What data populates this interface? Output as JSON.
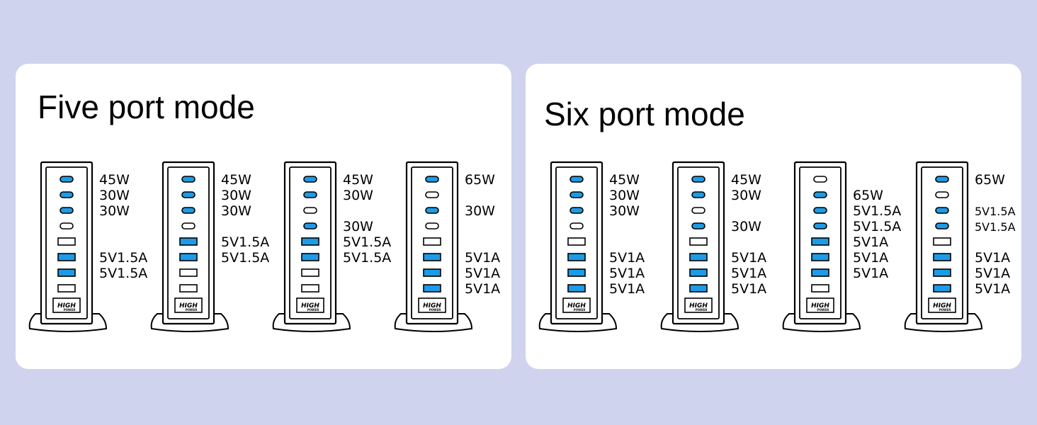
{
  "colors": {
    "background": "#cfd3ee",
    "panel": "#ffffff",
    "active_port": "#1e9be6",
    "inactive_port": "#ffffff",
    "outline": "#000000"
  },
  "panels": [
    {
      "title": "Five port mode",
      "chargers": [
        {
          "ports": [
            {
              "type": "usb-c",
              "active": true
            },
            {
              "type": "usb-c",
              "active": true
            },
            {
              "type": "usb-c",
              "active": true
            },
            {
              "type": "usb-c",
              "active": false
            },
            {
              "type": "usb-a",
              "active": false
            },
            {
              "type": "usb-a",
              "active": true
            },
            {
              "type": "usb-a",
              "active": true
            },
            {
              "type": "usb-a",
              "active": false
            }
          ],
          "labels": [
            {
              "slot": 0,
              "text": "45W"
            },
            {
              "slot": 1,
              "text": "30W"
            },
            {
              "slot": 2,
              "text": "30W"
            },
            {
              "slot": 5,
              "text": "5V1.5A"
            },
            {
              "slot": 6,
              "text": "5V1.5A"
            }
          ]
        },
        {
          "ports": [
            {
              "type": "usb-c",
              "active": true
            },
            {
              "type": "usb-c",
              "active": true
            },
            {
              "type": "usb-c",
              "active": true
            },
            {
              "type": "usb-c",
              "active": false
            },
            {
              "type": "usb-a",
              "active": true
            },
            {
              "type": "usb-a",
              "active": true
            },
            {
              "type": "usb-a",
              "active": false
            },
            {
              "type": "usb-a",
              "active": false
            }
          ],
          "labels": [
            {
              "slot": 0,
              "text": "45W"
            },
            {
              "slot": 1,
              "text": "30W"
            },
            {
              "slot": 2,
              "text": "30W"
            },
            {
              "slot": 4,
              "text": "5V1.5A"
            },
            {
              "slot": 5,
              "text": "5V1.5A"
            }
          ]
        },
        {
          "ports": [
            {
              "type": "usb-c",
              "active": true
            },
            {
              "type": "usb-c",
              "active": true
            },
            {
              "type": "usb-c",
              "active": false
            },
            {
              "type": "usb-c",
              "active": true
            },
            {
              "type": "usb-a",
              "active": true
            },
            {
              "type": "usb-a",
              "active": true
            },
            {
              "type": "usb-a",
              "active": false
            },
            {
              "type": "usb-a",
              "active": false
            }
          ],
          "labels": [
            {
              "slot": 0,
              "text": "45W"
            },
            {
              "slot": 1,
              "text": "30W"
            },
            {
              "slot": 3,
              "text": "30W"
            },
            {
              "slot": 4,
              "text": "5V1.5A"
            },
            {
              "slot": 5,
              "text": "5V1.5A"
            }
          ]
        },
        {
          "ports": [
            {
              "type": "usb-c",
              "active": true
            },
            {
              "type": "usb-c",
              "active": false
            },
            {
              "type": "usb-c",
              "active": true
            },
            {
              "type": "usb-c",
              "active": false
            },
            {
              "type": "usb-a",
              "active": false
            },
            {
              "type": "usb-a",
              "active": true
            },
            {
              "type": "usb-a",
              "active": true
            },
            {
              "type": "usb-a",
              "active": true
            }
          ],
          "labels": [
            {
              "slot": 0,
              "text": "65W"
            },
            {
              "slot": 2,
              "text": "30W"
            },
            {
              "slot": 5,
              "text": "5V1A"
            },
            {
              "slot": 6,
              "text": "5V1A"
            },
            {
              "slot": 7,
              "text": "5V1A"
            }
          ]
        }
      ]
    },
    {
      "title": "Six port mode",
      "chargers": [
        {
          "ports": [
            {
              "type": "usb-c",
              "active": true
            },
            {
              "type": "usb-c",
              "active": true
            },
            {
              "type": "usb-c",
              "active": true
            },
            {
              "type": "usb-c",
              "active": false
            },
            {
              "type": "usb-a",
              "active": false
            },
            {
              "type": "usb-a",
              "active": true
            },
            {
              "type": "usb-a",
              "active": true
            },
            {
              "type": "usb-a",
              "active": true
            }
          ],
          "labels": [
            {
              "slot": 0,
              "text": "45W"
            },
            {
              "slot": 1,
              "text": "30W"
            },
            {
              "slot": 2,
              "text": "30W"
            },
            {
              "slot": 5,
              "text": "5V1A"
            },
            {
              "slot": 6,
              "text": "5V1A"
            },
            {
              "slot": 7,
              "text": "5V1A"
            }
          ]
        },
        {
          "ports": [
            {
              "type": "usb-c",
              "active": true
            },
            {
              "type": "usb-c",
              "active": true
            },
            {
              "type": "usb-c",
              "active": false
            },
            {
              "type": "usb-c",
              "active": true
            },
            {
              "type": "usb-a",
              "active": false
            },
            {
              "type": "usb-a",
              "active": true
            },
            {
              "type": "usb-a",
              "active": true
            },
            {
              "type": "usb-a",
              "active": true
            }
          ],
          "labels": [
            {
              "slot": 0,
              "text": "45W"
            },
            {
              "slot": 1,
              "text": "30W"
            },
            {
              "slot": 3,
              "text": "30W"
            },
            {
              "slot": 5,
              "text": "5V1A"
            },
            {
              "slot": 6,
              "text": "5V1A"
            },
            {
              "slot": 7,
              "text": "5V1A"
            }
          ]
        },
        {
          "ports": [
            {
              "type": "usb-c",
              "active": false
            },
            {
              "type": "usb-c",
              "active": true
            },
            {
              "type": "usb-c",
              "active": true
            },
            {
              "type": "usb-c",
              "active": true
            },
            {
              "type": "usb-a",
              "active": true
            },
            {
              "type": "usb-a",
              "active": true
            },
            {
              "type": "usb-a",
              "active": true
            },
            {
              "type": "usb-a",
              "active": false
            }
          ],
          "labels": [
            {
              "slot": 1,
              "text": "65W"
            },
            {
              "slot": 2,
              "text": "5V1.5A"
            },
            {
              "slot": 3,
              "text": "5V1.5A"
            },
            {
              "slot": 4,
              "text": "5V1A"
            },
            {
              "slot": 5,
              "text": "5V1A"
            },
            {
              "slot": 6,
              "text": "5V1A"
            }
          ]
        },
        {
          "ports": [
            {
              "type": "usb-c",
              "active": true
            },
            {
              "type": "usb-c",
              "active": false
            },
            {
              "type": "usb-c",
              "active": true
            },
            {
              "type": "usb-c",
              "active": true
            },
            {
              "type": "usb-a",
              "active": false
            },
            {
              "type": "usb-a",
              "active": true
            },
            {
              "type": "usb-a",
              "active": true
            },
            {
              "type": "usb-a",
              "active": true
            }
          ],
          "labels": [
            {
              "slot": 0,
              "text": "65W"
            },
            {
              "slot": 2,
              "text": "5V1.5A",
              "small": true
            },
            {
              "slot": 3,
              "text": "5V1.5A",
              "small": true
            },
            {
              "slot": 5,
              "text": "5V1A"
            },
            {
              "slot": 6,
              "text": "5V1A"
            },
            {
              "slot": 7,
              "text": "5V1A"
            }
          ]
        }
      ]
    }
  ],
  "logo": {
    "text": "HIGH",
    "subtext": "POWER"
  }
}
